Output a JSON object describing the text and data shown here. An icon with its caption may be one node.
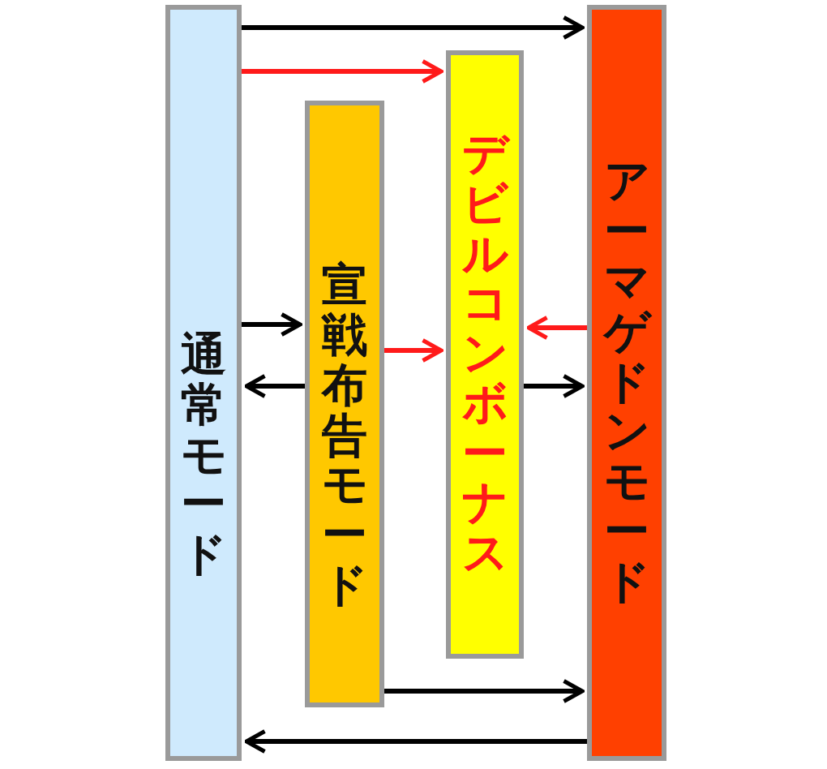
{
  "diagram": {
    "nodes": [
      {
        "text": [
          "通常モード"
        ]
      },
      {
        "text": [
          "宣戦布告モード"
        ]
      },
      {
        "text": [
          "デビルコンボーナス"
        ]
      },
      {
        "text": [
          "アーマゲドンモード"
        ]
      }
    ],
    "edges": [
      {
        "from": 0,
        "to": 3,
        "arrow": "to"
      },
      {
        "from": 0,
        "to": 2,
        "arrow": "to",
        "color": "#ff1a1a"
      },
      {
        "from": 0,
        "to": 1,
        "arrow": "to"
      },
      {
        "from": 1,
        "to": 0,
        "arrow": "to"
      },
      {
        "from": 1,
        "to": 2,
        "arrow": "to",
        "color": "#ff1a1a"
      },
      {
        "from": 3,
        "to": 2,
        "arrow": "to",
        "color": "#ff1a1a"
      },
      {
        "from": 2,
        "to": 3,
        "arrow": "to"
      },
      {
        "from": 1,
        "to": 3,
        "arrow": "to"
      },
      {
        "from": 3,
        "to": 0,
        "arrow": "to"
      }
    ]
  }
}
